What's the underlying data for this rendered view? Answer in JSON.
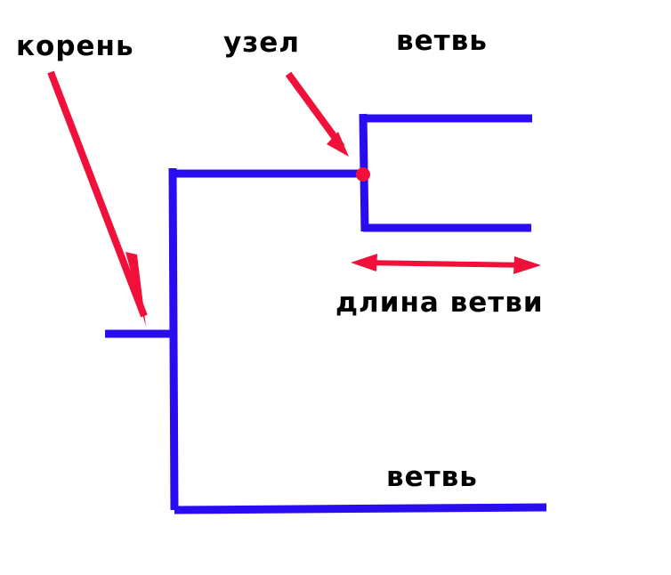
{
  "labels": {
    "root": "корень",
    "node": "узел",
    "branch_top": "ветвь",
    "branch_bottom": "ветвь",
    "branch_length": "длина ветви"
  },
  "colors": {
    "tree": "#2a0cf0",
    "annotation": "#f0103a",
    "text": "#000000"
  }
}
